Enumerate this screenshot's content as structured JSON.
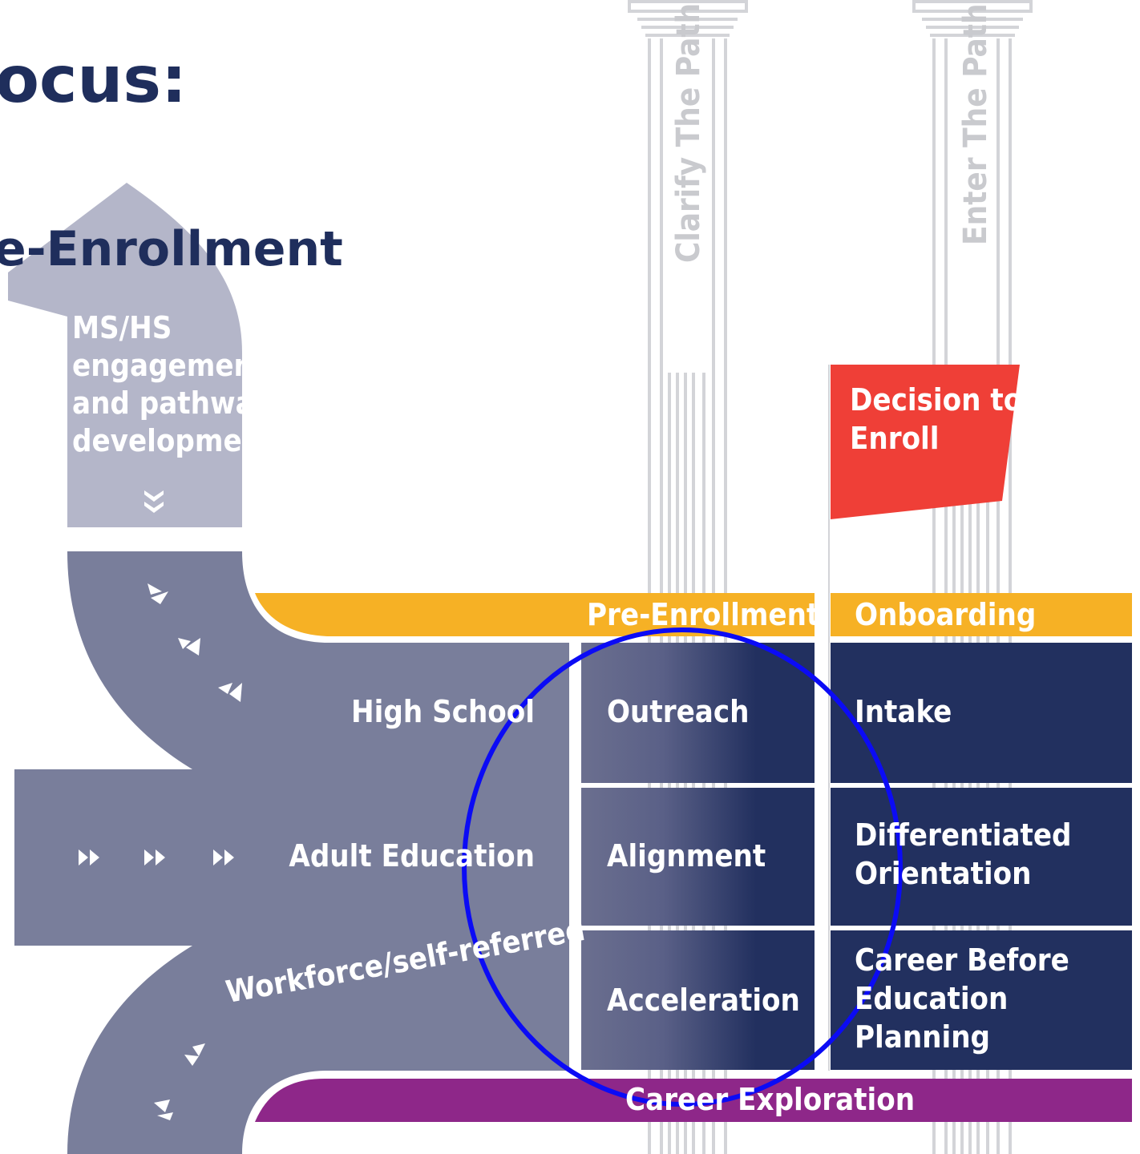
{
  "title": {
    "line1": "ocus:",
    "line2": "e-Enrollment"
  },
  "colors": {
    "gray_road": "#797e9b",
    "light_gray_arrow": "#b4b6c9",
    "navy": "#22305f",
    "orange": "#f6b125",
    "purple": "#8e2789",
    "red_flag": "#ef3f37",
    "pillar": "#d3d4d8",
    "highlight_circle": "#0b0bf5"
  },
  "arrow_label": "MS/HS\nengagement\nand pathway\ndevelopment",
  "road_labels": {
    "high_school": "High School",
    "adult_education": "Adult Education",
    "workforce": "Workforce/self-referred"
  },
  "pillars": {
    "left": "Clarify The Path",
    "right": "Enter The Path"
  },
  "flag": "Decision to\nEnroll",
  "bands": {
    "pre_enrollment": "Pre-Enrollment",
    "onboarding": "Onboarding",
    "career": "Career Exploration"
  },
  "pre_enrollment_cells": [
    "Outreach",
    "Alignment",
    "Acceleration"
  ],
  "onboarding_cells": [
    "Intake",
    "Differentiated\nOrientation",
    "Career Before\nEducation\nPlanning"
  ],
  "icons": {
    "chevrons": "double-chevron-icon",
    "fast_forward": "fast-forward-icon"
  }
}
